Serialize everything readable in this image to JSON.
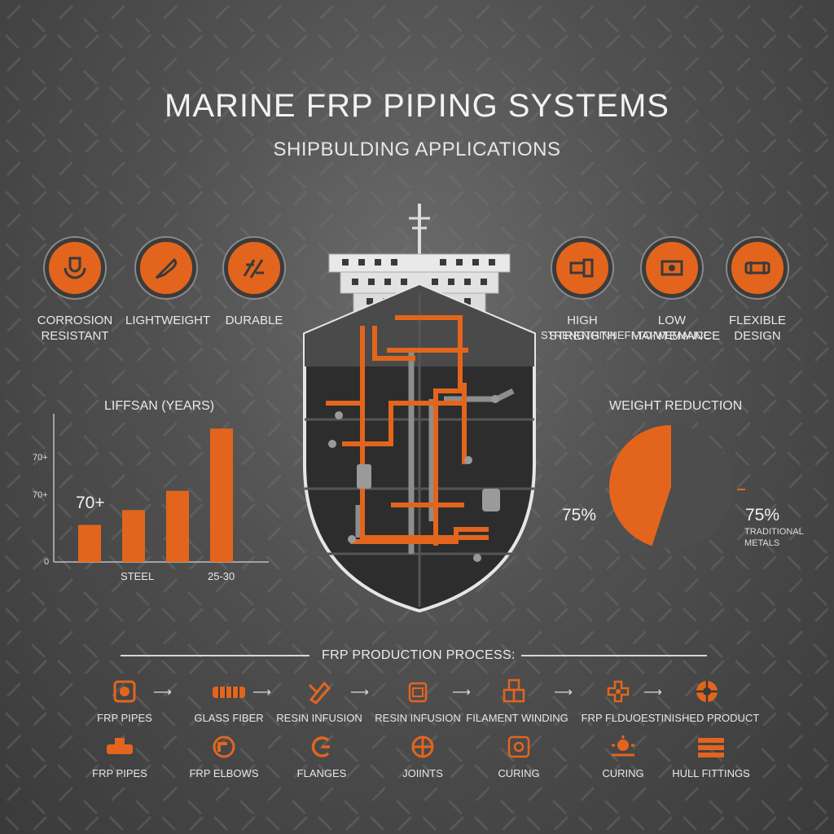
{
  "header": {
    "title": "MARINE FRP PIPING SYSTEMS",
    "subtitle": "SHIPBULDING APPLICATIONS"
  },
  "features_left": [
    {
      "label": "CORROSION\nRESISTANT",
      "icon": "corrosion-icon"
    },
    {
      "label": "LIGHTWEIGHT",
      "icon": "feather-icon"
    },
    {
      "label": "DURABLE",
      "icon": "durable-icon"
    }
  ],
  "features_right": [
    {
      "label": "HIGH\nSTRENGTH",
      "icon": "strength-icon"
    },
    {
      "label": "LOW\nMAINTENANCE",
      "icon": "maintenance-icon"
    },
    {
      "label": "FLEXIBLE\nDESIGN",
      "icon": "flexible-pipe-icon"
    }
  ],
  "overlap_label": "STRENGTHINNEFI-TO-WEMANCE",
  "chart_data": [
    {
      "type": "bar",
      "title": "LIFFSAN (YEARS)",
      "categories": [
        "",
        "",
        "",
        ""
      ],
      "values": [
        25,
        35,
        48,
        90
      ],
      "ylim": [
        0,
        100
      ],
      "y_tick_labels": [
        "0",
        "70+",
        "70+"
      ],
      "x_labels": [
        "STEEL",
        "25-30"
      ],
      "annotation": "70+",
      "color": "#e3651d"
    },
    {
      "type": "pie",
      "title": "WEIGHT REDUCTION",
      "slices": [
        {
          "label": "75%",
          "value": 45,
          "color": "#e3651d"
        },
        {
          "label": "75%",
          "value": 55,
          "color": "#4d4d4d"
        }
      ],
      "annotation": "TRADITIONAL\nMETALS"
    }
  ],
  "process": {
    "title": "FRP PRODUCTION PROCESS:",
    "row1": [
      {
        "label": "FRP PIPES",
        "icon": "pipe-icon"
      },
      {
        "label": "GLASS FIBER",
        "icon": "glass-fiber-icon"
      },
      {
        "label": "RESIN INFUSION",
        "icon": "resin-icon"
      },
      {
        "label": "RESIN INFUSION",
        "icon": "infusion-icon"
      },
      {
        "label": "FILAMENT WINDING",
        "icon": "winding-icon"
      },
      {
        "label": "FRP FLDUOES",
        "icon": "flange-cross-icon"
      },
      {
        "label": "TINISHED PRODUCT",
        "icon": "finished-product-icon"
      }
    ],
    "row2": [
      {
        "label": "FRP PIPES",
        "icon": "pipe-valve-icon"
      },
      {
        "label": "FRP ELBOWS",
        "icon": "elbow-icon"
      },
      {
        "label": "FLANGES",
        "icon": "flange-icon"
      },
      {
        "label": "JOIINTS",
        "icon": "joint-icon"
      },
      {
        "label": "CURING",
        "icon": "curing-icon"
      },
      {
        "label": "CURING",
        "icon": "curing-gear-icon"
      },
      {
        "label": "HULL FITTINGS",
        "icon": "hull-fittings-icon"
      }
    ]
  },
  "colors": {
    "accent": "#e3651d",
    "plate": "#555555",
    "hull": "#2d2d2d"
  }
}
